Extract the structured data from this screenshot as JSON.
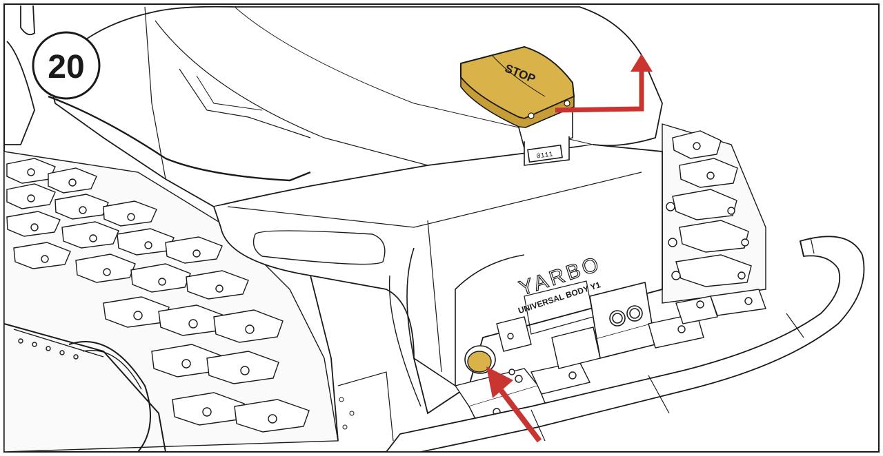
{
  "step": {
    "number": "20"
  },
  "device": {
    "stop_label": "STOP",
    "brand": "YARBO",
    "model": "UNIVERSAL BODY Y1",
    "serial_label": "0111"
  },
  "colors": {
    "stop_button": "#d9b24a",
    "power_button": "#d9b24a",
    "arrow": "#c8342f",
    "outline": "#1a1a1a",
    "background": "#ffffff"
  }
}
